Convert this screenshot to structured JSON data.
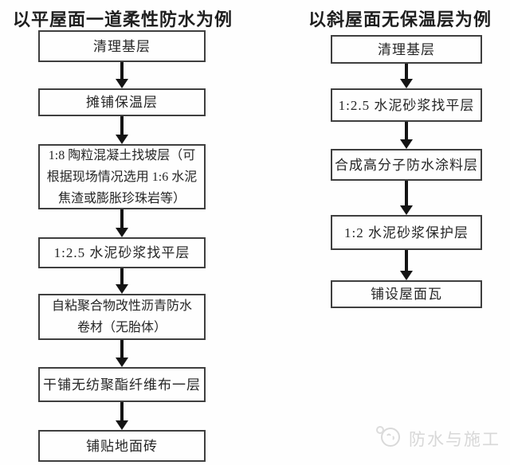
{
  "colors": {
    "background": "#fefefe",
    "box_border": "#3f3f3f",
    "text": "#262626",
    "arrow": "#141414",
    "watermark": "#d8d8d8"
  },
  "flows": [
    {
      "title": "以平屋面一道柔性防水为例",
      "steps": [
        {
          "lines": [
            "清理基层"
          ]
        },
        {
          "lines": [
            "摊铺保温层"
          ]
        },
        {
          "lines": [
            "1:8 陶粒混凝土找坡层（可",
            "根据现场情况选用 1:6 水泥",
            "焦渣或膨胀珍珠岩等）"
          ]
        },
        {
          "lines": [
            "1:2.5 水泥砂浆找平层"
          ]
        },
        {
          "lines": [
            "自粘聚合物改性沥青防水",
            "卷材（无胎体）"
          ]
        },
        {
          "lines": [
            "干铺无纺聚酯纤维布一层"
          ]
        },
        {
          "lines": [
            "铺贴地面砖"
          ]
        }
      ]
    },
    {
      "title": "以斜屋面无保温层为例",
      "steps": [
        {
          "lines": [
            "清理基层"
          ]
        },
        {
          "lines": [
            "1:2.5 水泥砂浆找平层"
          ]
        },
        {
          "lines": [
            "合成高分子防水涂料层"
          ]
        },
        {
          "lines": [
            "1:2 水泥砂浆保护层"
          ]
        },
        {
          "lines": [
            "铺设屋面瓦"
          ]
        }
      ]
    }
  ],
  "watermark": {
    "text": "防水与施工",
    "icon": "waterproof-brand-icon"
  }
}
